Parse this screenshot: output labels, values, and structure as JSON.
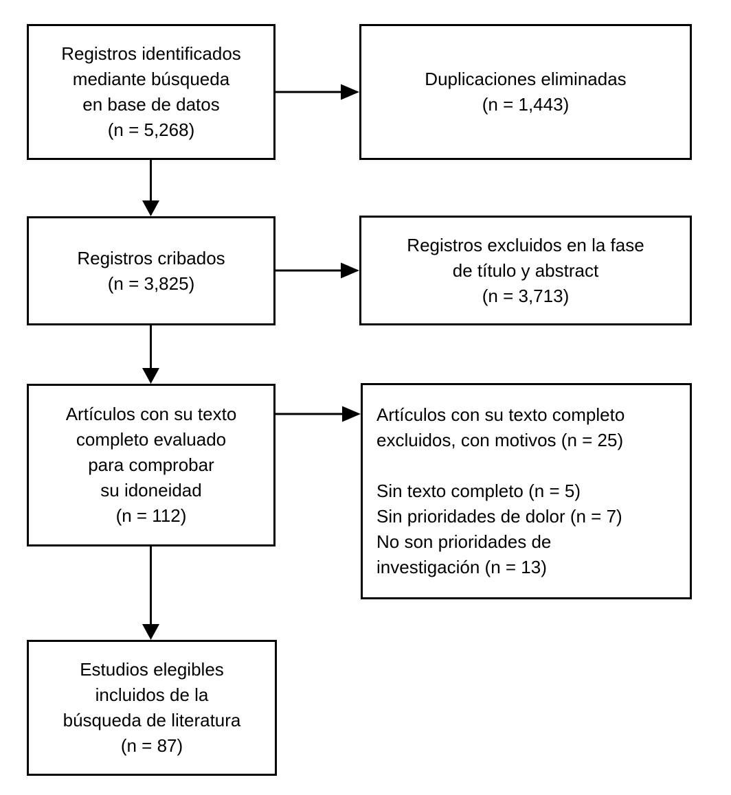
{
  "diagram": {
    "type": "flowchart",
    "language": "es",
    "colors": {
      "background": "#ffffff",
      "line": "#000000",
      "text": "#000000"
    },
    "boxes": [
      {
        "id": "records-identified",
        "lines": [
          "Registros identificados",
          "mediante búsqueda",
          "en base de datos",
          "(n = 5,268)"
        ],
        "n": "5,268"
      },
      {
        "id": "duplicates-removed",
        "lines": [
          "Duplicaciones eliminadas",
          "(n = 1,443)"
        ],
        "n": "1,443"
      },
      {
        "id": "records-screened",
        "lines": [
          "Registros cribados",
          "(n = 3,825)"
        ],
        "n": "3,825"
      },
      {
        "id": "records-excluded-title-abstract",
        "lines": [
          "Registros excluidos en la fase",
          "de título y abstract",
          "(n = 3,713)"
        ],
        "n": "3,713"
      },
      {
        "id": "fulltext-assessed",
        "lines": [
          "Artículos con su texto",
          "completo evaluado",
          "para comprobar",
          "su idoneidad",
          "(n = 112)"
        ],
        "n": "112"
      },
      {
        "id": "fulltext-excluded-with-reasons",
        "lines": [
          "Artículos con su texto completo",
          "excluidos, con motivos (n = 25)",
          "",
          "Sin texto completo (n = 5)",
          "Sin prioridades de dolor (n = 7)",
          "No son prioridades de",
          "investigación (n = 13)"
        ],
        "n": "25"
      },
      {
        "id": "studies-included",
        "lines": [
          "Estudios elegibles",
          "incluidos de la",
          "búsqueda de literatura",
          "(n = 87)"
        ],
        "n": "87"
      }
    ]
  }
}
